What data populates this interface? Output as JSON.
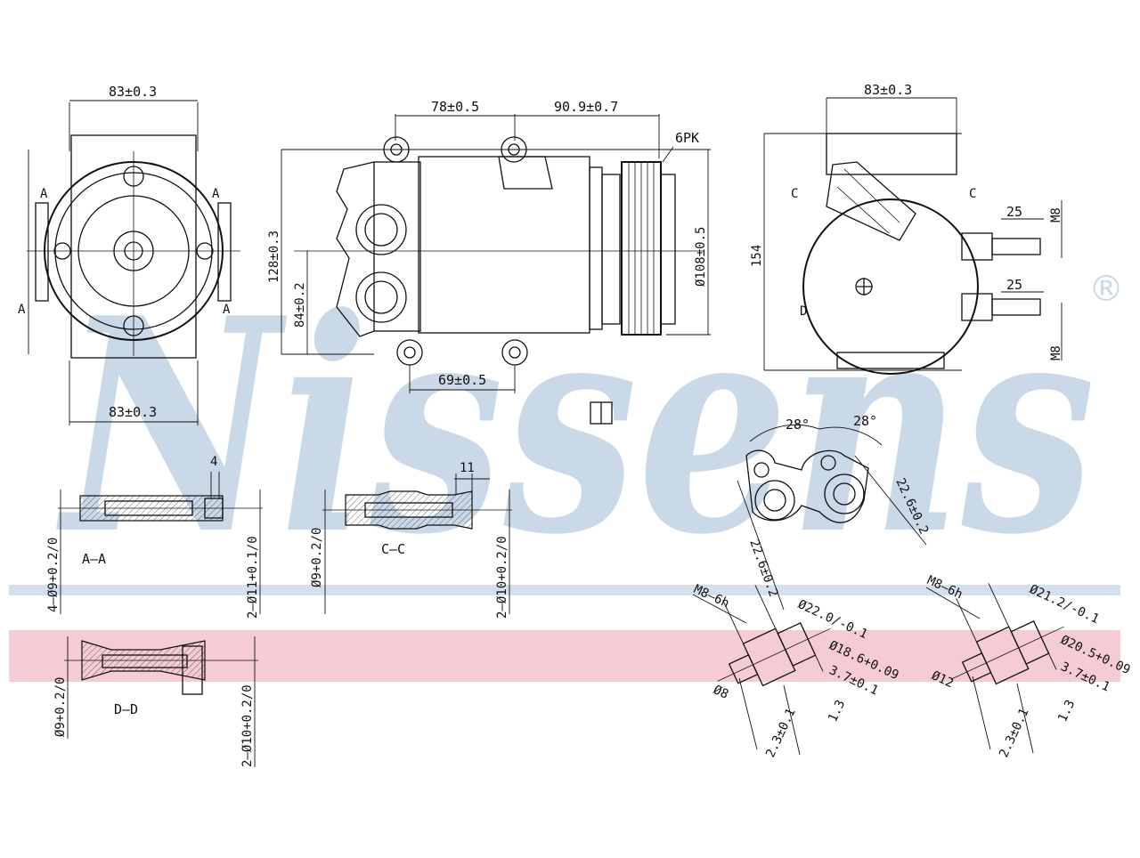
{
  "colors": {
    "watermark": "#c9d9e8",
    "band_blue": "#d3e1ee",
    "band_pink": "#f5ccd3",
    "ink": "#111111"
  },
  "brand": {
    "watermark": "Nissens",
    "registered_mark": "®"
  },
  "front_view": {
    "dim_top": "83±0.3",
    "dim_bottom": "83±0.3",
    "label_a": "A"
  },
  "side_view": {
    "dim_78": "78±0.5",
    "dim_909": "90.9±0.7",
    "dim_6pk": "6PK",
    "dim_128": "128±0.3",
    "dim_84": "84±0.2",
    "dim_pulley": "Ø108±0.5",
    "dim_69": "69±0.5"
  },
  "rear_view": {
    "dim_83": "83±0.3",
    "dim_154": "154",
    "label_c": "C",
    "label_d": "D",
    "dim_25a": "25",
    "dim_25b": "25",
    "m8_a": "M8",
    "m8_b": "M8"
  },
  "port_view": {
    "angle_a": "28°",
    "angle_b": "28°",
    "dim_226a": "22.6±0.2",
    "dim_226b": "22.6±0.2"
  },
  "section_aa": {
    "title": "A–A",
    "d_left": "4–Ø9+0.2/0",
    "d_right": "2–Ø11+0.1/0",
    "dim_top": "4"
  },
  "section_cc": {
    "title": "C–C",
    "d_left": "Ø9+0.2/0",
    "d_right": "2–Ø10+0.2/0",
    "dim_top": "11"
  },
  "section_dd": {
    "title": "D–D",
    "d_left": "Ø9+0.2/0",
    "d_right": "2–Ø10+0.2/0"
  },
  "fitting_left": {
    "thread": "M8–6h",
    "d1": "Ø22.0/-0.1",
    "d2": "Ø18.6+0.09",
    "d3": "3.7±0.1",
    "d4": "Ø8",
    "d5": "2.3±0.1",
    "d6": "1.3"
  },
  "fitting_right": {
    "thread": "M8–6h",
    "d1": "Ø21.2/-0.1",
    "d2": "Ø20.5+0.09",
    "d3": "3.7±0.1",
    "d4": "Ø12",
    "d5": "2.3±0.1",
    "d6": "1.3"
  }
}
